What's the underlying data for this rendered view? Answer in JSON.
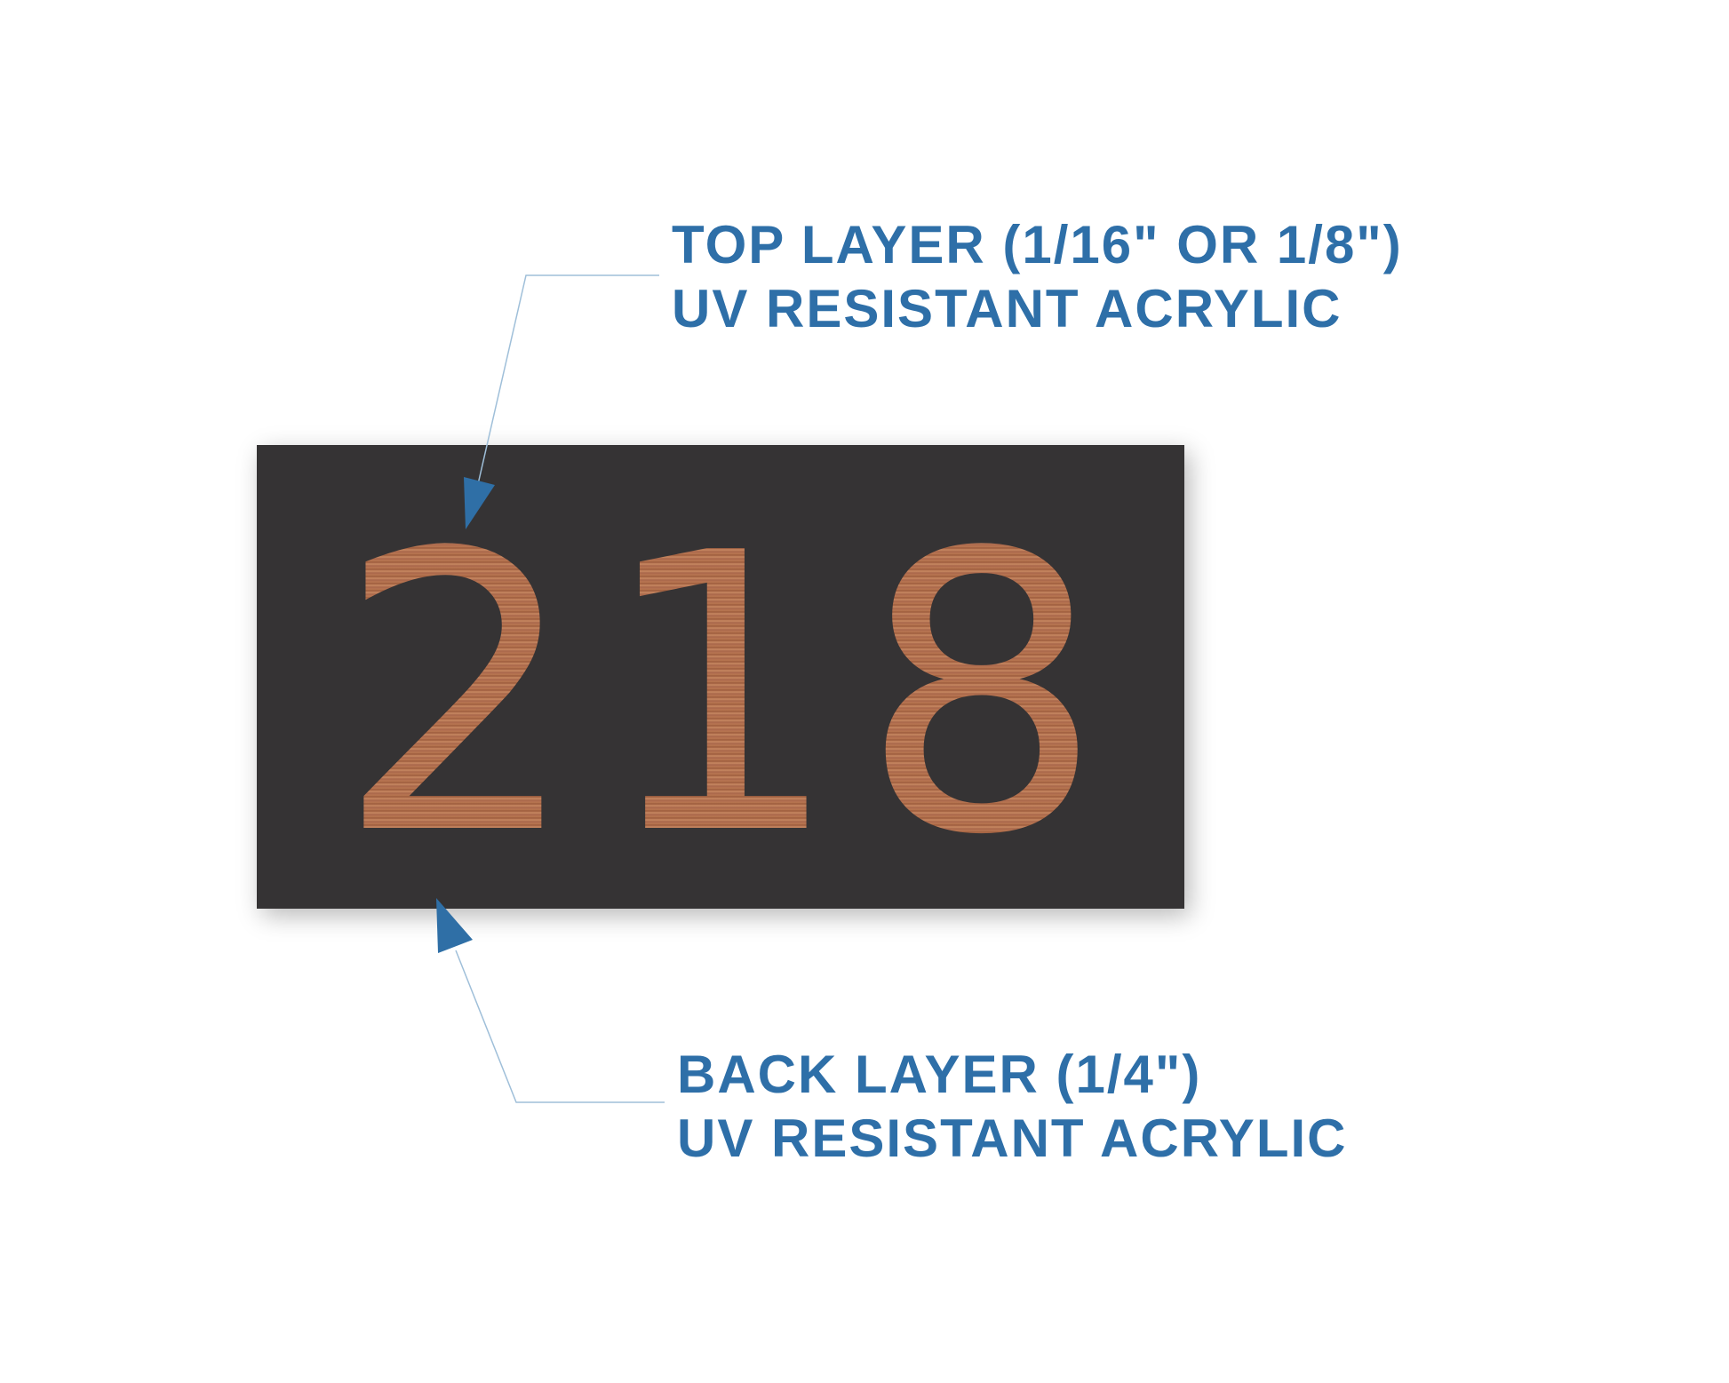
{
  "sign": {
    "number": "218"
  },
  "callouts": {
    "top": {
      "line1": "TOP LAYER (1/16\" OR 1/8\")",
      "line2": "UV RESISTANT ACRYLIC"
    },
    "back": {
      "line1": "BACK LAYER (1/4\")",
      "line2": "UV RESISTANT ACRYLIC"
    }
  },
  "colors": {
    "label": "#2e6fa8",
    "arrow": "#2f6fa6",
    "leader_line": "#9fbfd9",
    "plate": "#353334",
    "numerals": "#b06a45"
  }
}
